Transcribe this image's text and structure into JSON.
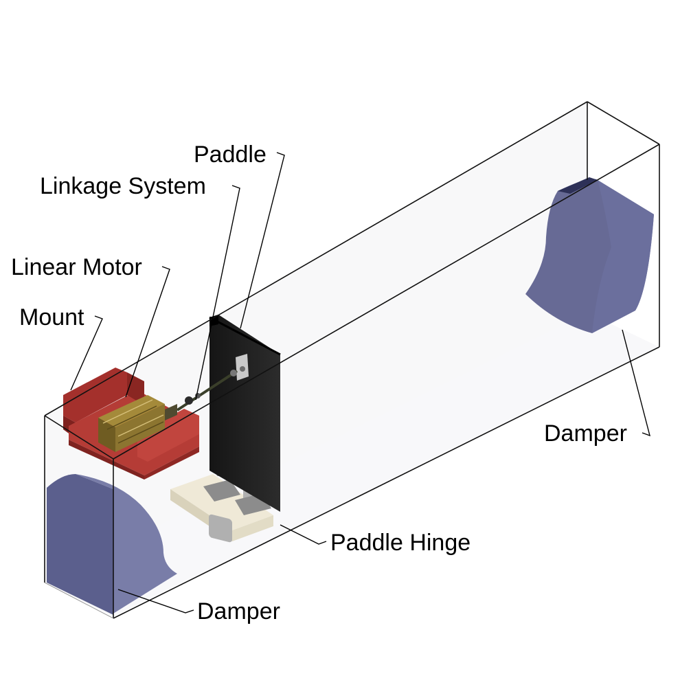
{
  "labels": {
    "paddle": "Paddle",
    "linkage_system": "Linkage System",
    "linear_motor": "Linear Motor",
    "mount": "Mount",
    "damper_right": "Damper",
    "paddle_hinge": "Paddle Hinge",
    "damper_left": "Damper"
  },
  "colors": {
    "tank_edge": "#111111",
    "damper": "#4a4e7e",
    "mount": "#9a2f2a",
    "motor": "#8f7a2f",
    "paddle": "#1c1c1c",
    "hinge_base": "#ece6d4",
    "hinge_metal": "#a8a8a8"
  }
}
